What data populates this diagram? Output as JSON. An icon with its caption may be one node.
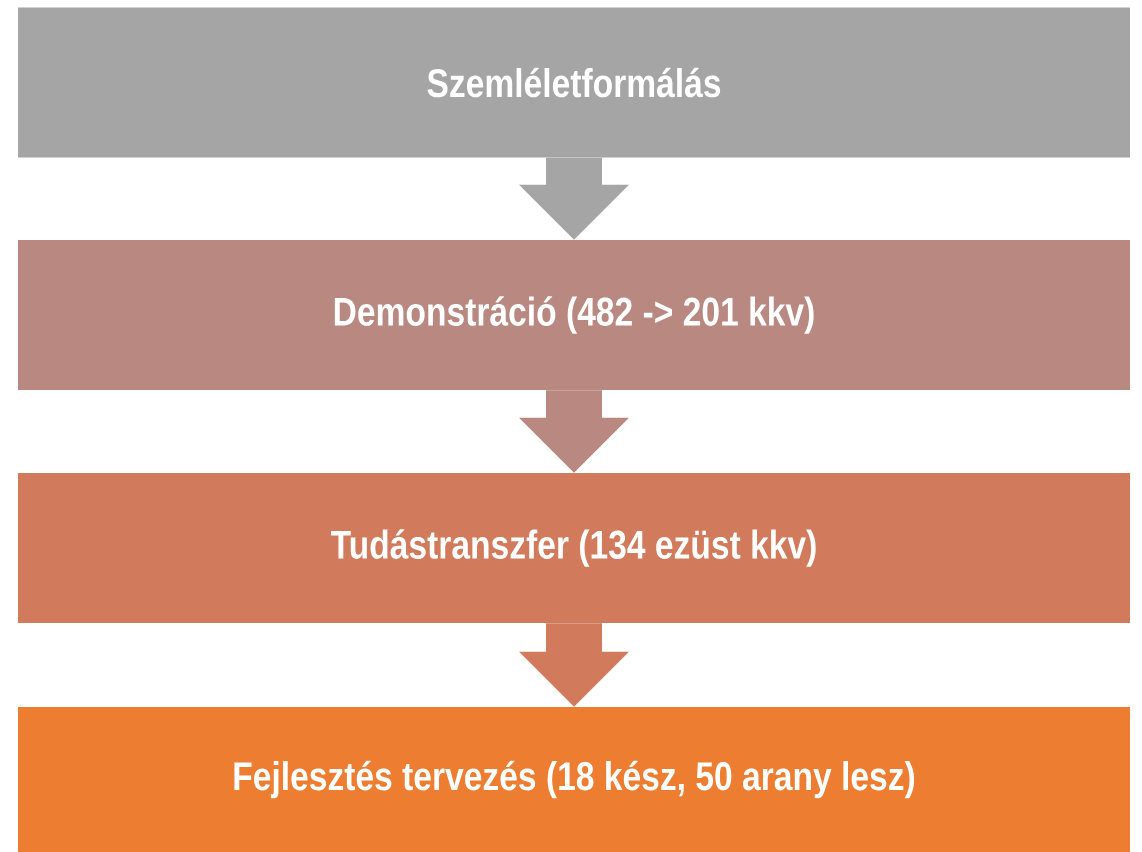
{
  "diagram": {
    "nodes": [
      {
        "text": [
          "Szemléletformálás"
        ]
      },
      {
        "text": [
          "Demonstráció (482 -> 201 kkv)"
        ]
      },
      {
        "text": [
          "Tudástranszfer (134 ezüst kkv)"
        ]
      },
      {
        "text": [
          "Fejlesztés tervezés (18 kész, 50 arany lesz)"
        ]
      }
    ],
    "edges": [
      {
        "from": 0,
        "to": 1,
        "arrow": "to",
        "color": "#a5a5a5"
      },
      {
        "from": 1,
        "to": 2,
        "arrow": "to",
        "color": "#b98880"
      },
      {
        "from": 2,
        "to": 3,
        "arrow": "to",
        "color": "#d27b5c"
      }
    ]
  }
}
